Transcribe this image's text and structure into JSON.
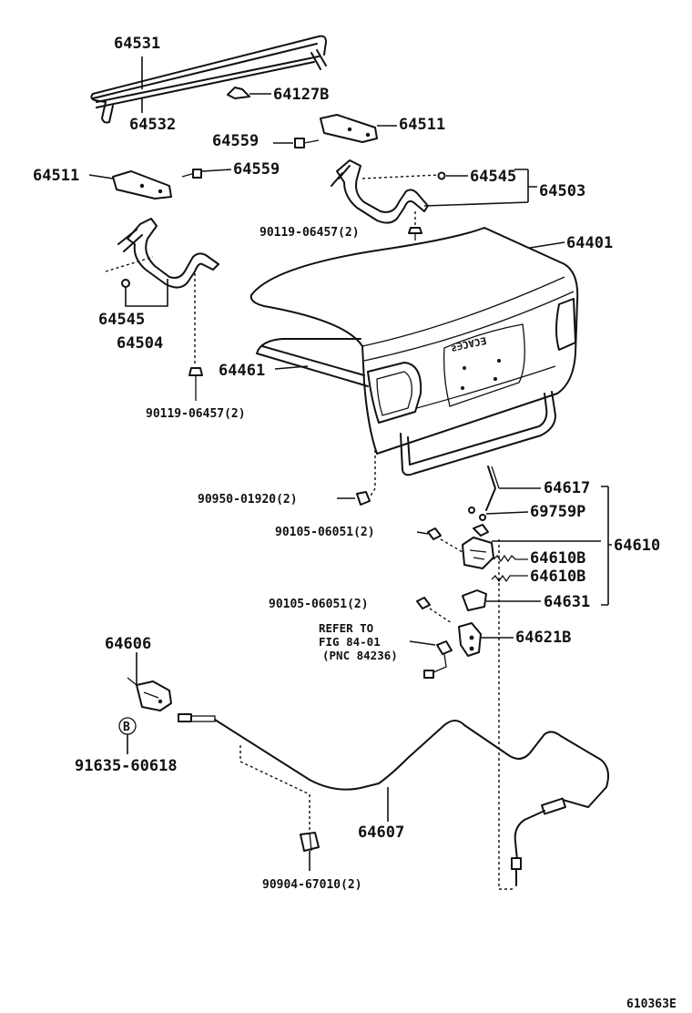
{
  "figure_id": "610363E",
  "labels": {
    "l64531": "64531",
    "l64532": "64532",
    "l64127b": "64127B",
    "l64559a": "64559",
    "l64511a": "64511",
    "l64511b": "64511",
    "l64559b": "64559",
    "l64545a": "64545",
    "l64503": "64503",
    "l90119a": "90119-06457(2)",
    "l64401": "64401",
    "l64545b": "64545",
    "l64504": "64504",
    "l64461": "64461",
    "l90119b": "90119-06457(2)",
    "l90950": "90950-01920(2)",
    "l64617": "64617",
    "l69759p": "69759P",
    "l90105a": "90105-06051(2)",
    "l64610": "64610",
    "l64610b1": "64610B",
    "l64610b2": "64610B",
    "l90105b": "90105-06051(2)",
    "l64631": "64631",
    "l64606": "64606",
    "refer1": "REFER TO",
    "refer2": "FIG 84-01",
    "refer3": "(PNC 84236)",
    "l64621b": "64621B",
    "circleB": "B",
    "l91635": "91635-60618",
    "l64607": "64607",
    "l90904": "90904-67010(2)"
  }
}
